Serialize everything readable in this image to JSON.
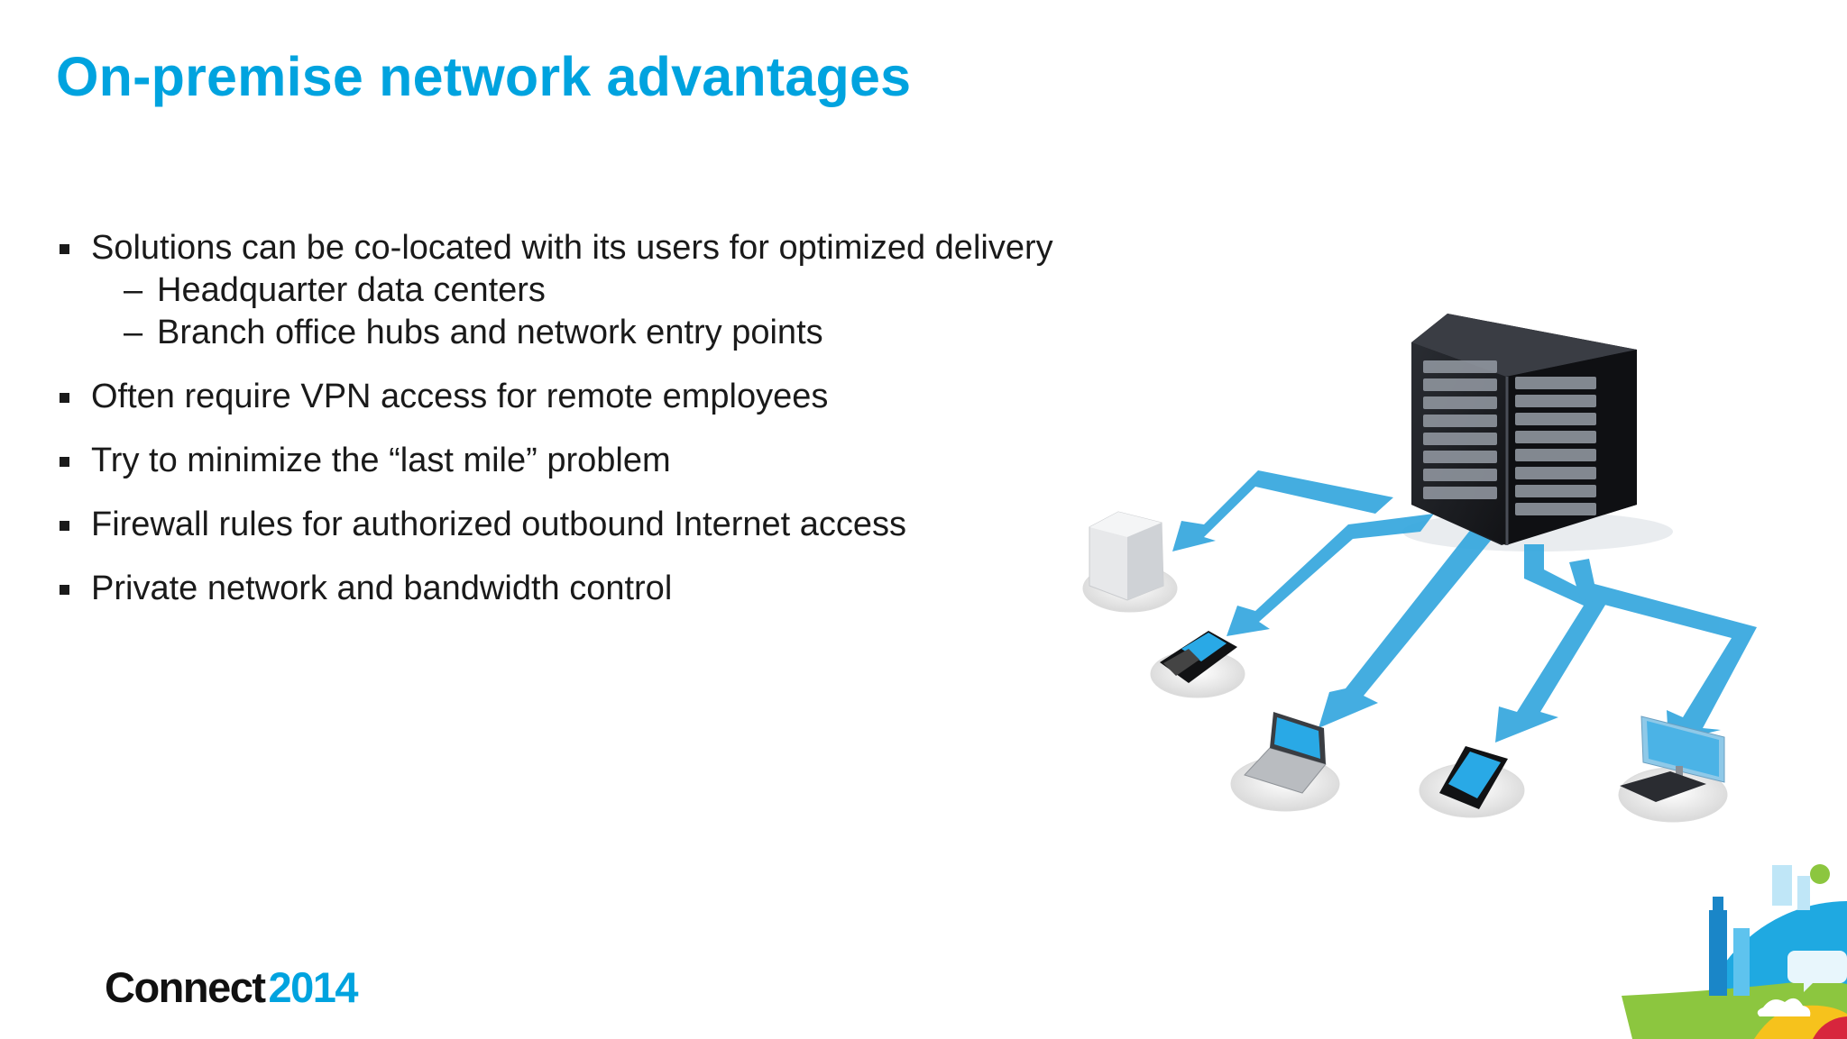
{
  "slide": {
    "title": "On-premise network advantages",
    "bullets": [
      {
        "text": "Solutions can be co-located with its users for optimized delivery",
        "sub": [
          "Headquarter data centers",
          "Branch office hubs and network entry points"
        ]
      },
      {
        "text": "Often require VPN access for remote employees"
      },
      {
        "text": "Try to minimize the “last mile” problem"
      },
      {
        "text": "Firewall rules for authorized outbound Internet access"
      },
      {
        "text": "Private network and bandwidth control"
      }
    ],
    "sub_marker": "–"
  },
  "logo": {
    "word": "Connect",
    "year": "2014"
  },
  "colors": {
    "title": "#00a3df",
    "text": "#1a1a1a",
    "arrow": "#3aa9df",
    "server": "#1e2024",
    "device_screen": "#29a9e6"
  },
  "icons": {
    "illustration": "server-network-devices",
    "corner": "city-globe-decoration"
  }
}
